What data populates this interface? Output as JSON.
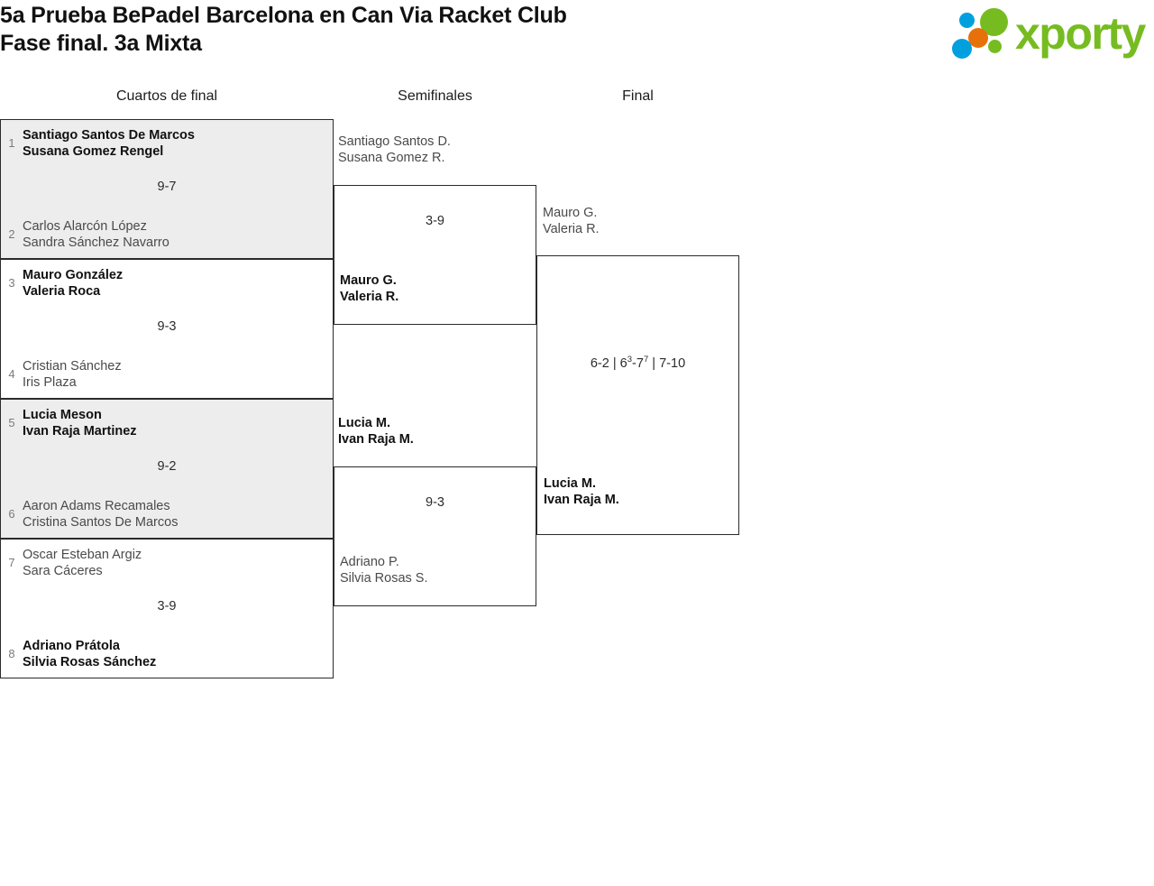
{
  "header": {
    "title_line1": "5a Prueba BePadel Barcelona en Can Via Racket Club",
    "title_line2": "Fase final. 3a Mixta",
    "logo_text": "xporty",
    "logo_colors": {
      "green": "#76bc21",
      "blue": "#00a0df",
      "orange": "#e8700a"
    }
  },
  "rounds": [
    {
      "label": "Cuartos de final"
    },
    {
      "label": "Semifinales"
    },
    {
      "label": "Final"
    }
  ],
  "quarterfinals": [
    {
      "shaded": true,
      "top": {
        "seed": "1",
        "p1": "Santiago Santos De Marcos",
        "p2": "Susana Gomez Rengel",
        "winner": true
      },
      "bottom": {
        "seed": "2",
        "p1": "Carlos Alarcón López",
        "p2": "Sandra Sánchez Navarro",
        "winner": false
      },
      "score": "9-7"
    },
    {
      "shaded": false,
      "top": {
        "seed": "3",
        "p1": "Mauro González",
        "p2": "Valeria Roca",
        "winner": true
      },
      "bottom": {
        "seed": "4",
        "p1": "Cristian Sánchez",
        "p2": "Iris Plaza",
        "winner": false
      },
      "score": "9-3"
    },
    {
      "shaded": true,
      "top": {
        "seed": "5",
        "p1": "Lucia Meson",
        "p2": "Ivan Raja Martinez",
        "winner": true
      },
      "bottom": {
        "seed": "6",
        "p1": "Aaron Adams Recamales",
        "p2": "Cristina Santos De Marcos",
        "winner": false
      },
      "score": "9-2"
    },
    {
      "shaded": false,
      "top": {
        "seed": "7",
        "p1": "Oscar Esteban Argiz",
        "p2": "Sara Cáceres",
        "winner": false
      },
      "bottom": {
        "seed": "8",
        "p1": "Adriano Prátola",
        "p2": "Silvia Rosas Sánchez",
        "winner": true
      },
      "score": "3-9"
    }
  ],
  "semifinals": [
    {
      "top": {
        "p1": "Santiago Santos D.",
        "p2": "Susana Gomez R.",
        "winner": false
      },
      "bottom": {
        "p1": "Mauro G.",
        "p2": "Valeria R.",
        "winner": true
      },
      "score": "3-9"
    },
    {
      "top": {
        "p1": "Lucia M.",
        "p2": "Ivan Raja M.",
        "winner": true
      },
      "bottom": {
        "p1": "Adriano P.",
        "p2": "Silvia Rosas S.",
        "winner": false
      },
      "score": "9-3"
    }
  ],
  "final": {
    "top": {
      "p1": "Mauro G.",
      "p2": "Valeria R.",
      "winner": false
    },
    "bottom": {
      "p1": "Lucia M.",
      "p2": "Ivan Raja M.",
      "winner": true
    },
    "score_set1": "6-2",
    "score_set2_a": "6",
    "score_set2_a_tb": "3",
    "score_set2_b": "7",
    "score_set2_b_tb": "7",
    "score_set3": "7-10",
    "score_separator": "|"
  }
}
